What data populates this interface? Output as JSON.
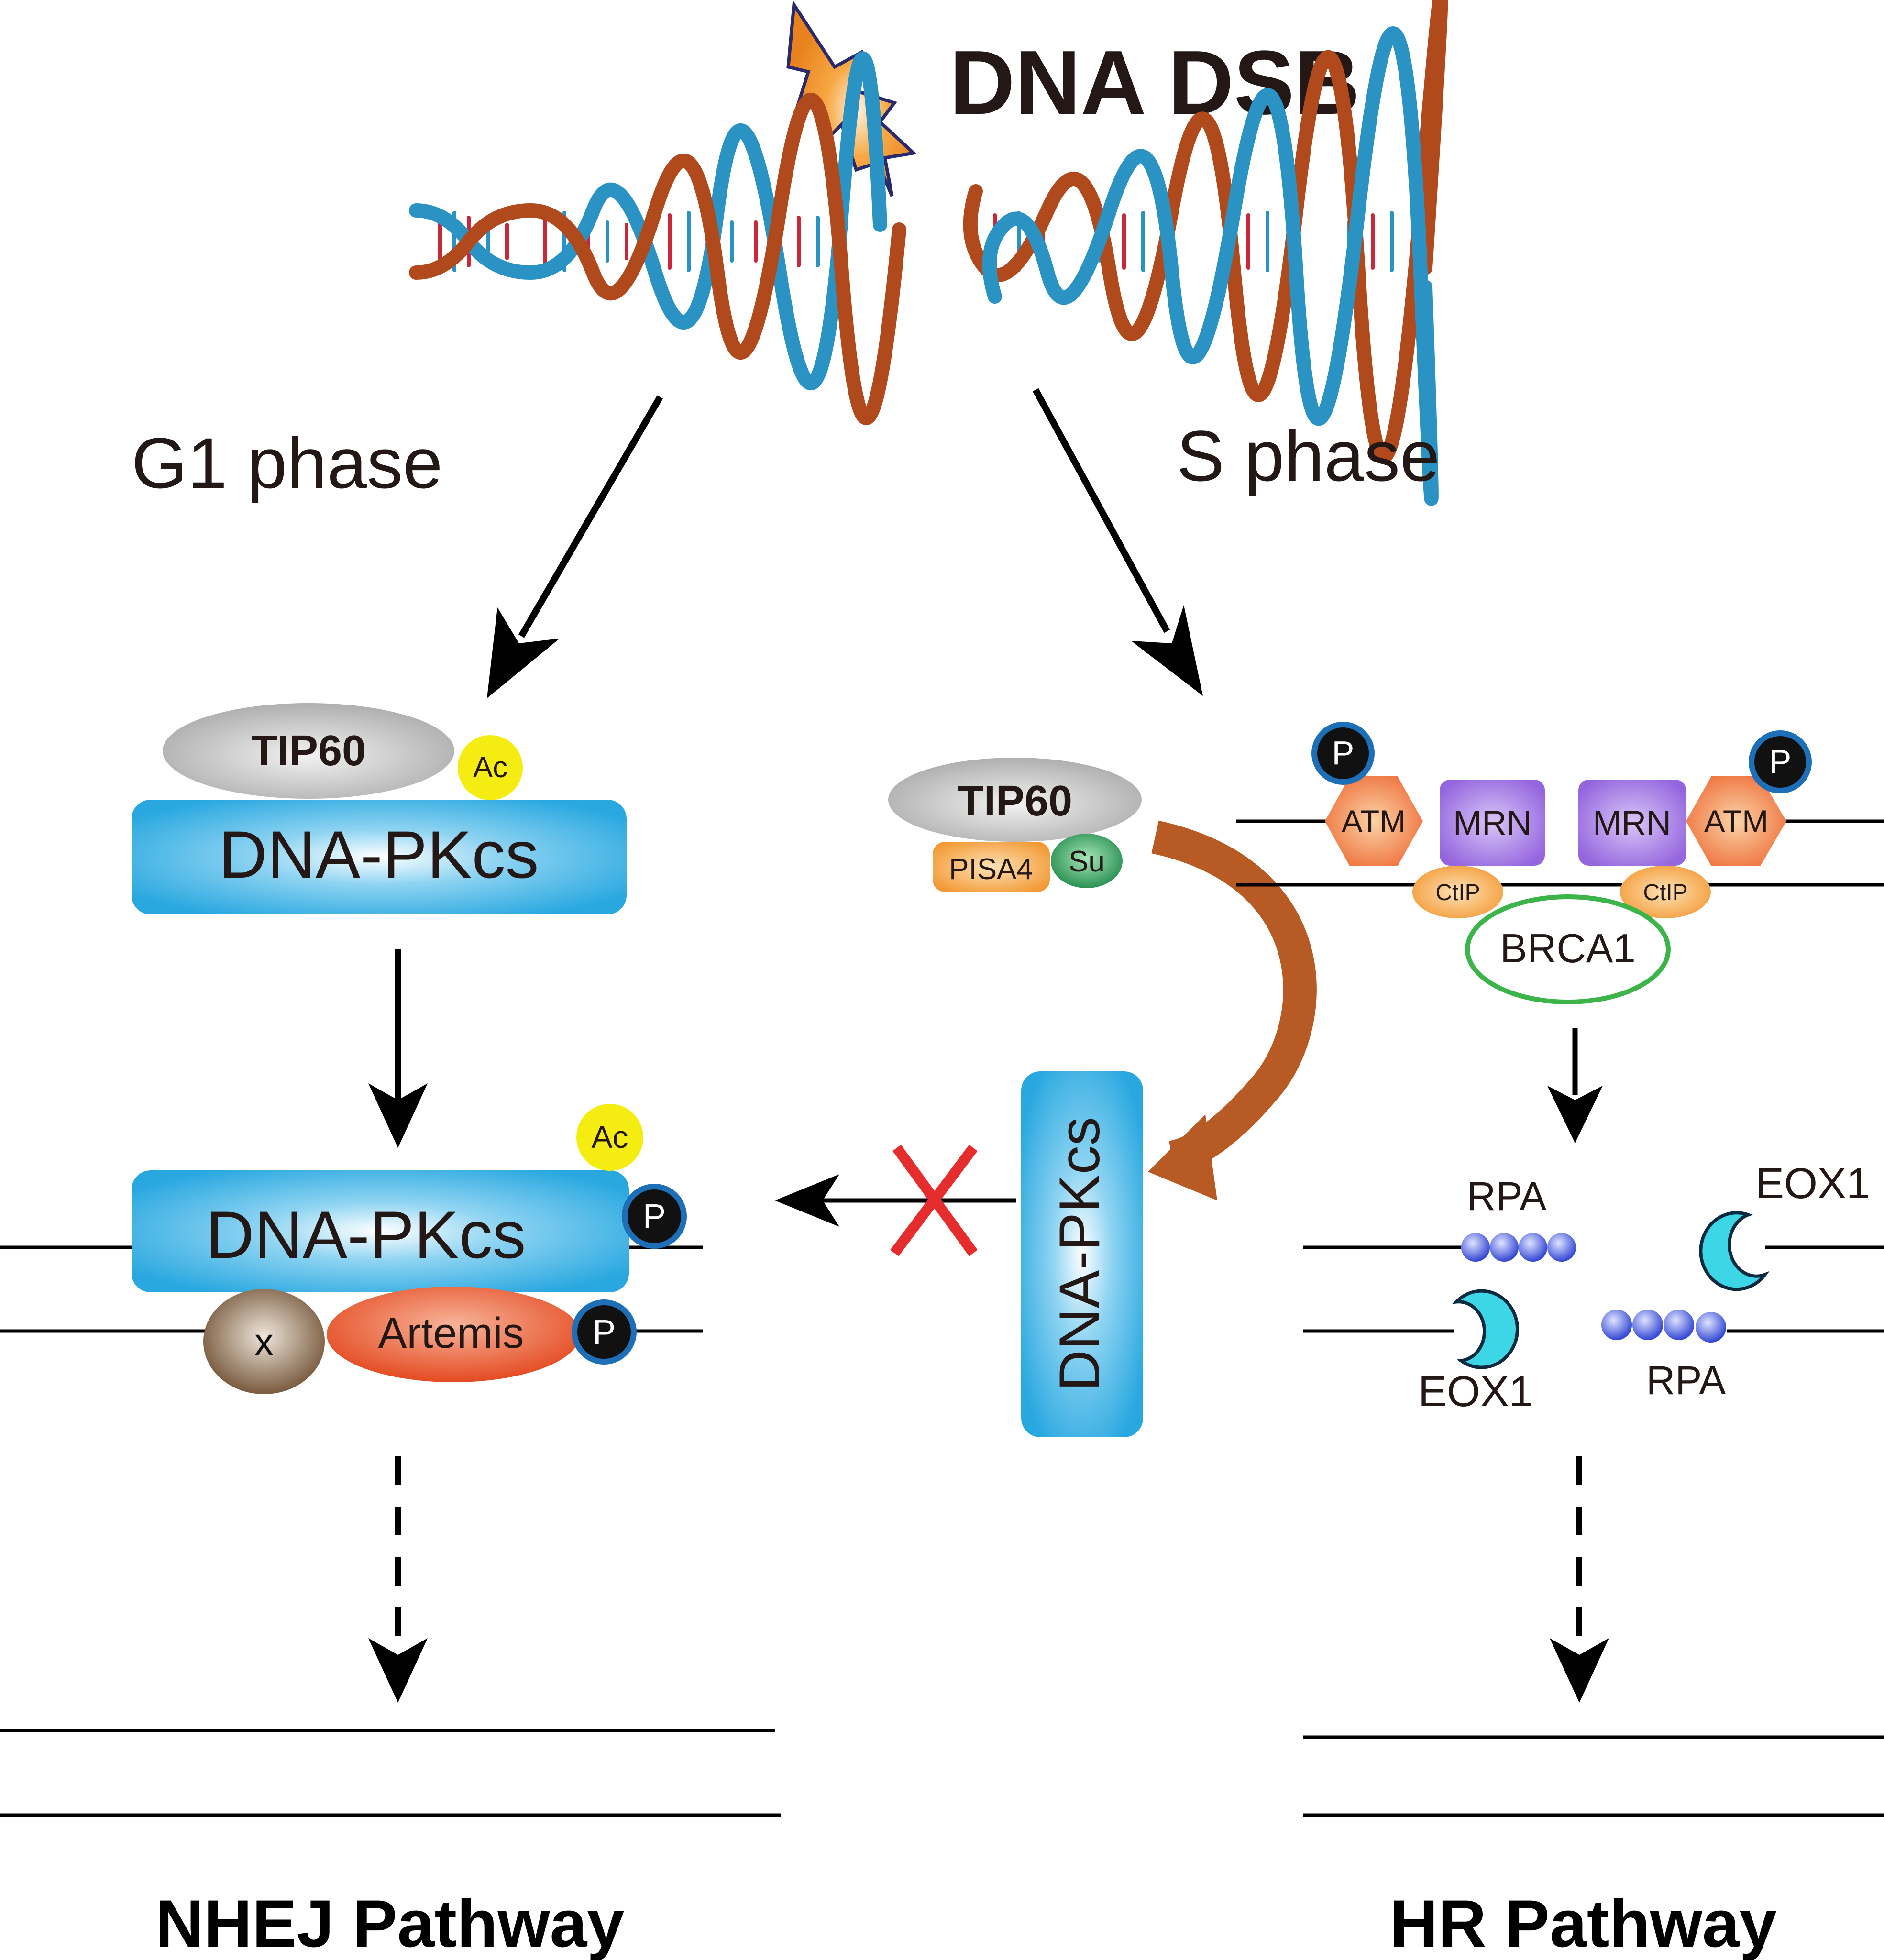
{
  "dsb": {
    "title": "DNA DSB"
  },
  "phases": {
    "g1": "G1 phase",
    "s": "S phase"
  },
  "nhej": {
    "tip60": "TIP60",
    "acetyl_top": "Ac",
    "dnapkcs_top": "DNA-PKcs",
    "dnapkcs_bottom": "DNA-PKcs",
    "acetyl_bottom": "Ac",
    "phospho_1": "P",
    "x_protein": "x",
    "artemis": "Artemis",
    "phospho_2": "P",
    "pathway": "NHEJ Pathway"
  },
  "middle": {
    "tip60": "TIP60",
    "pisa4": "PISA4",
    "sumo": "Su",
    "dnapkcs_vertical": "DNA-PKcs"
  },
  "hr": {
    "phospho_left": "P",
    "phospho_right": "P",
    "atm_left": "ATM",
    "mrn_left": "MRN",
    "mrn_right": "MRN",
    "atm_right": "ATM",
    "ctip_left": "CtIP",
    "ctip_right": "CtIP",
    "brca1": "BRCA1",
    "rpa_top": "RPA",
    "eox1_top": "EOX1",
    "eox1_bottom": "EOX1",
    "rpa_bottom": "RPA",
    "pathway": "HR Pathway"
  },
  "colors": {
    "dnapkcs": "#29a8e0",
    "tip60": "#b5b5b5",
    "acetyl": "#f5ec12",
    "atm": "#f0703c",
    "mrn": "#9b6fe0",
    "ctip": "#f5a040",
    "brca1_outline": "#3cb44a",
    "artemis": "#e8532a",
    "x_protein": "#7a5a3c",
    "rpa": "#3b4fd8",
    "eox1": "#3cd6e6",
    "pisa4": "#f29a30",
    "sumo": "#2f9e5a",
    "inhibit_cross": "#e62d2d",
    "curved_arrow": "#b85a24",
    "dna_blue": "#2a93c4",
    "dna_brown": "#b04a1c"
  },
  "icons": {
    "dsb_burst": "lightning-burst-icon",
    "inhibition": "red-x-icon",
    "rpa_beads": "bead-chain-icon",
    "eox1": "crescent-icon"
  }
}
